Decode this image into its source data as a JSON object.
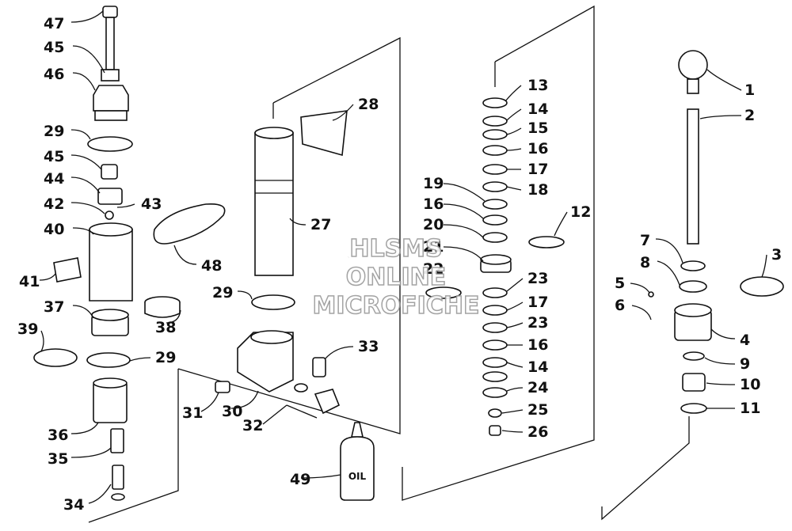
{
  "watermark": {
    "line1": "HLSMS",
    "line2": "ONLINE",
    "line3": "MICROFICHE"
  },
  "bottle_label": "OIL",
  "callouts": [
    "47",
    "45",
    "46",
    "29",
    "45",
    "44",
    "42",
    "43",
    "40",
    "41",
    "37",
    "39",
    "38",
    "29",
    "36",
    "35",
    "34",
    "28",
    "27",
    "48",
    "29",
    "31",
    "30",
    "32",
    "33",
    "49",
    "13",
    "14",
    "15",
    "16",
    "17",
    "18",
    "19",
    "16",
    "20",
    "21",
    "22",
    "12",
    "23",
    "17",
    "23",
    "16",
    "14",
    "24",
    "25",
    "26",
    "1",
    "2",
    "3",
    "7",
    "8",
    "5",
    "6",
    "4",
    "9",
    "10",
    "11"
  ]
}
